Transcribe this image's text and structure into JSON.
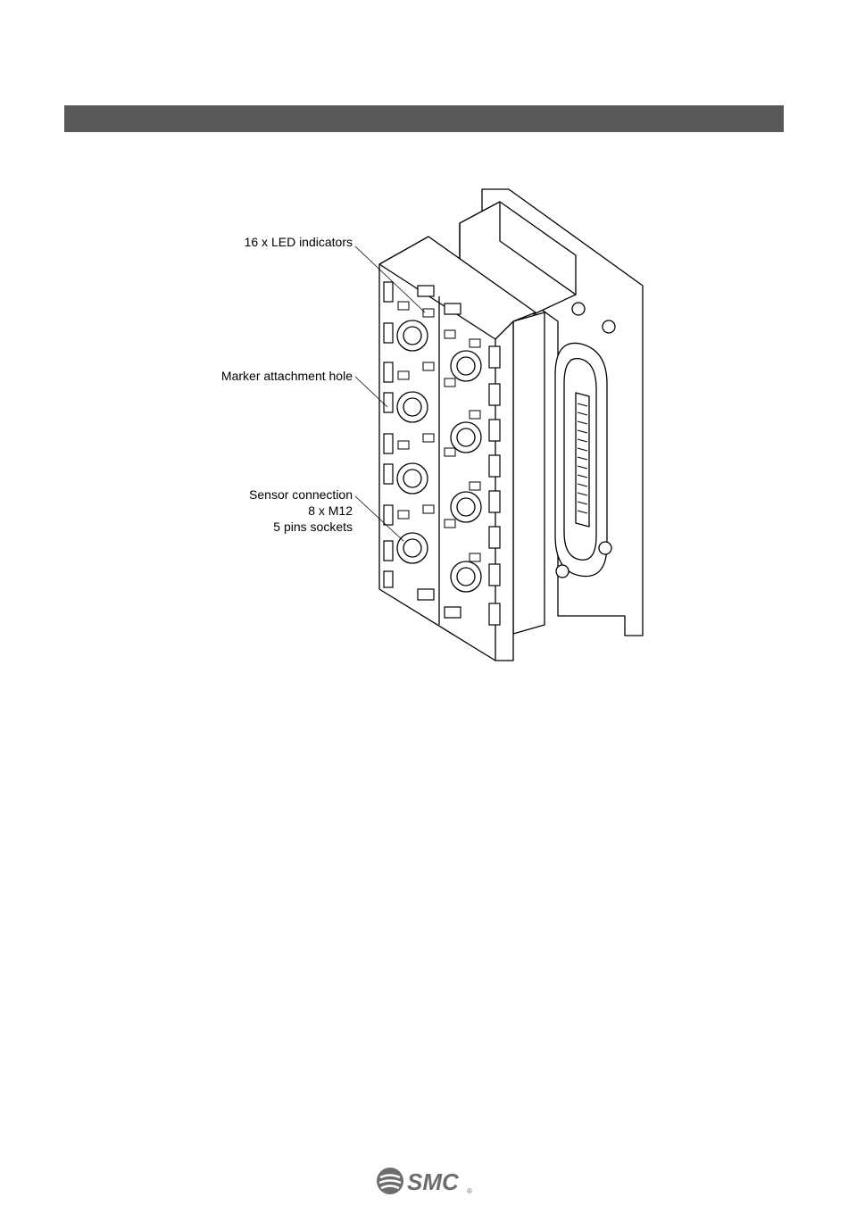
{
  "callouts": {
    "led": "16 x LED indicators",
    "marker": "Marker attachment hole",
    "sensor_line1": "Sensor connection",
    "sensor_line2": "8 x M12",
    "sensor_line3": "5 pins sockets"
  },
  "logo": {
    "text": "SMC",
    "mark": "®"
  },
  "colors": {
    "header_bar": "#595959",
    "line": "#000000"
  }
}
